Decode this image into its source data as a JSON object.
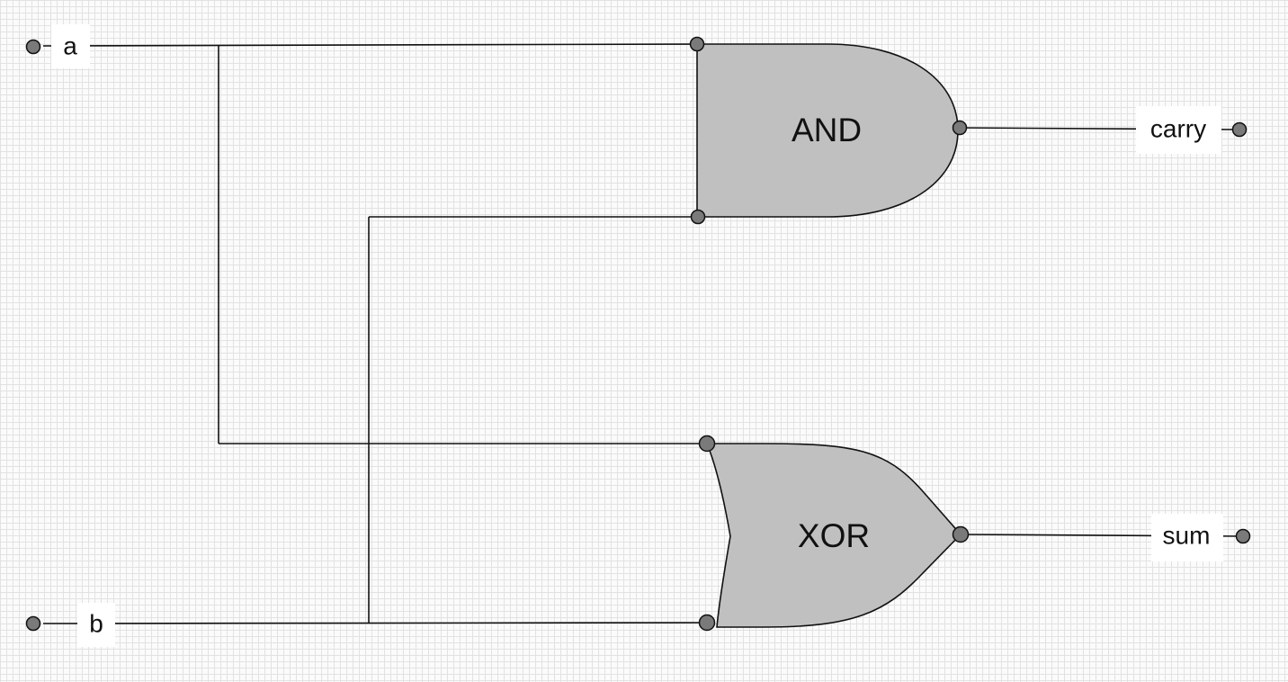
{
  "inputs": {
    "a": "a",
    "b": "b"
  },
  "outputs": {
    "carry": "carry",
    "sum": "sum"
  },
  "gates": {
    "and_label": "AND",
    "xor_label": "XOR"
  },
  "colors": {
    "gate_fill": "#c0c0c0",
    "pin_fill": "#7a7a7a",
    "wire": "#111111",
    "grid": "#e2e2e2",
    "background": "#fbfbfb"
  }
}
